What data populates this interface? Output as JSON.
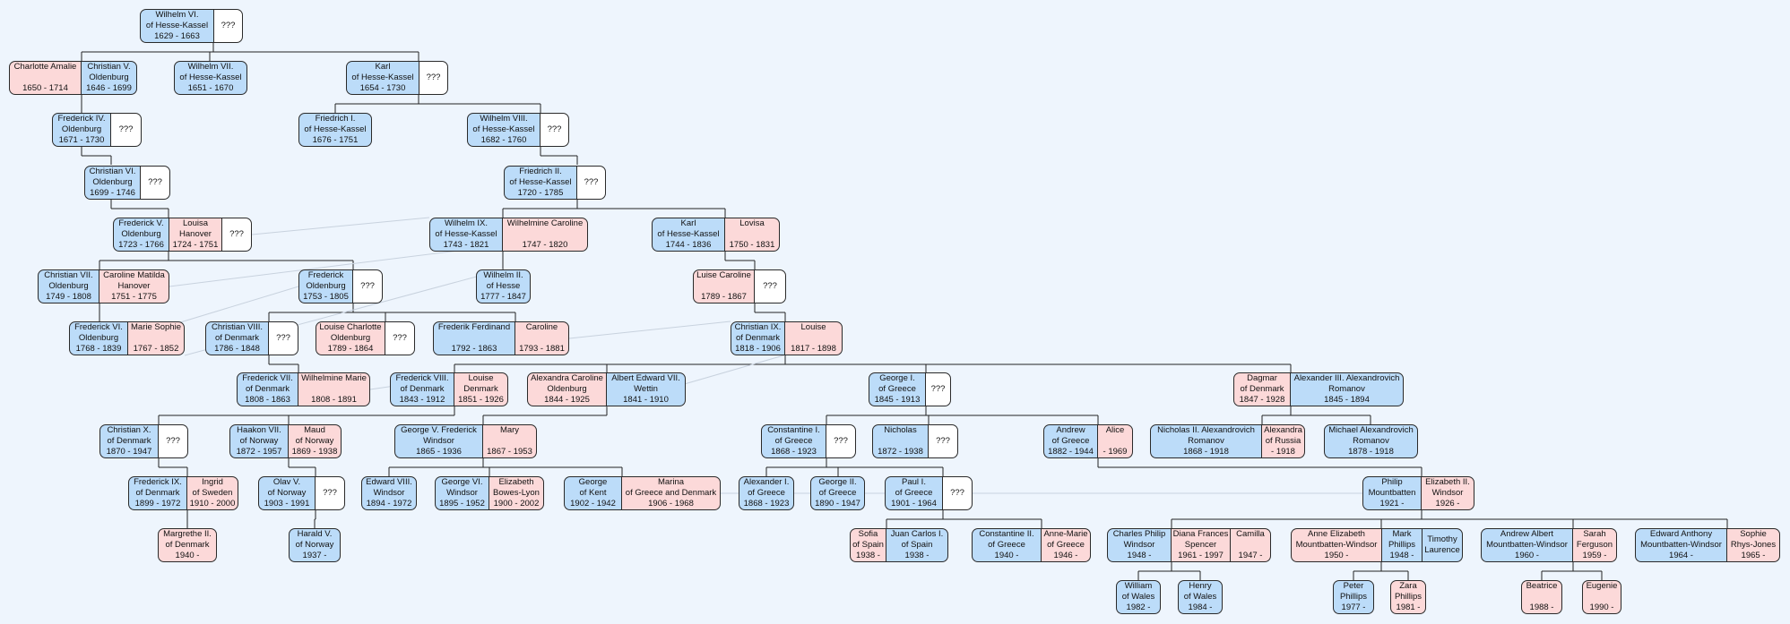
{
  "colors": {
    "background": "#eef5fd",
    "male": "#bcdcf9",
    "female": "#fcd9d9",
    "unknown": "#ffffff",
    "line": "#222222"
  },
  "people": {
    "wilhelm6": "Wilhelm VI.\nof Hesse-Kassel\n1629 - 1663",
    "unk_w6": "???",
    "charlotte_amalie": "Charlotte Amalie\n\n1650 - 1714",
    "christian5": "Christian V.\nOldenburg\n1646 - 1699",
    "wilhelm7": "Wilhelm VII.\nof Hesse-Kassel\n1651 - 1670",
    "karl_hk": "Karl\nof Hesse-Kassel\n1654 - 1730",
    "unk_karl": "???",
    "frederick4": "Frederick IV.\nOldenburg\n1671 - 1730",
    "unk_f4": "???",
    "friedrich1": "Friedrich I.\nof Hesse-Kassel\n1676 - 1751",
    "wilhelm8": "Wilhelm VIII.\nof Hesse-Kassel\n1682 - 1760",
    "unk_w8": "???",
    "christian6": "Christian VI.\nOldenburg\n1699 - 1746",
    "unk_c6": "???",
    "friedrich2": "Friedrich II.\nof Hesse-Kassel\n1720 - 1785",
    "unk_fr2": "???",
    "frederick5": "Frederick V.\nOldenburg\n1723 - 1766",
    "louisa_hanover": "Louisa\nHanover\n1724 - 1751",
    "unk_f5": "???",
    "wilhelm9": "Wilhelm IX.\nof Hesse-Kassel\n1743 - 1821",
    "wilhelmine_caroline": "Wilhelmine Caroline\n\n1747 - 1820",
    "karl_1744": "Karl\nof Hesse-Kassel\n1744 - 1836",
    "lovisa": "Lovisa\n\n1750 - 1831",
    "christian7": "Christian VII.\nOldenburg\n1749 - 1808",
    "caroline_matilda": "Caroline Matilda\nHanover\n1751 - 1775",
    "frederick_1753": "Frederick\nOldenburg\n1753 - 1805",
    "unk_fred1753": "???",
    "wilhelm2_hesse": "Wilhelm II.\nof Hesse\n1777 - 1847",
    "luise_caroline": "Luise Caroline\n\n1789 - 1867",
    "unk_luise": "???",
    "frederick6": "Frederick VI.\nOldenburg\n1768 - 1839",
    "marie_sophie": "Marie Sophie\n\n1767 - 1852",
    "christian8": "Christian VIII.\nof Denmark\n1786 - 1848",
    "unk_c8": "???",
    "louise_charlotte": "Louise Charlotte\nOldenburg\n1789 - 1864",
    "unk_lc": "???",
    "frederik_ferdinand": "Frederik Ferdinand\n\n1792 - 1863",
    "caroline_1793": "Caroline\n\n1793 - 1881",
    "christian9": "Christian IX.\nof Denmark\n1818 - 1906",
    "louise_1817": "Louise\n\n1817 - 1898",
    "frederick7": "Frederick VII.\nof Denmark\n1808 - 1863",
    "wilhelmine_marie": "Wilhelmine Marie\n\n1808 - 1891",
    "frederick8": "Frederick VIII.\nof Denmark\n1843 - 1912",
    "louise_denmark": "Louise\nDenmark\n1851 - 1926",
    "alexandra_caroline": "Alexandra Caroline\nOldenburg\n1844 - 1925",
    "albert_edward7": "Albert Edward VII.\nWettin\n1841 - 1910",
    "george1_greece": "George I.\nof Greece\n1845 - 1913",
    "unk_g1": "???",
    "dagmar": "Dagmar\nof Denmark\n1847 - 1928",
    "alexander3": "Alexander III. Alexandrovich\nRomanov\n1845 - 1894",
    "christian10": "Christian X.\nof Denmark\n1870 - 1947",
    "unk_c10": "???",
    "haakon7": "Haakon VII.\nof Norway\n1872 - 1957",
    "maud": "Maud\nof Norway\n1869 - 1938",
    "george5": "George V. Frederick\nWindsor\n1865 - 1936",
    "mary": "Mary\n\n1867 - 1953",
    "constantine1": "Constantine I.\nof Greece\n1868 - 1923",
    "unk_con1": "???",
    "nicholas_greece": "Nicholas\n\n1872 - 1938",
    "unk_nich": "???",
    "andrew_greece": "Andrew\nof Greece\n1882 - 1944",
    "alice": "Alice\n\n- 1969",
    "nicholas2": "Nicholas II. Alexandrovich\nRomanov\n1868 - 1918",
    "alexandra_russia": "Alexandra\nof Russia\n- 1918",
    "michael_alex": "Michael Alexandrovich\nRomanov\n1878 - 1918",
    "frederick9": "Frederick IX.\nof Denmark\n1899 - 1972",
    "ingrid": "Ingrid\nof Sweden\n1910 - 2000",
    "olav5": "Olav V.\nof Norway\n1903 - 1991",
    "unk_olav": "???",
    "edward8": "Edward VIII.\nWindsor\n1894 - 1972",
    "george6": "George VI.\nWindsor\n1895 - 1952",
    "elizabeth_bl": "Elizabeth\nBowes-Lyon\n1900 - 2002",
    "george_kent": "George\nof Kent\n1902 - 1942",
    "marina": "Marina\nof Greece and Denmark\n1906 - 1968",
    "alexander1_greece": "Alexander I.\nof Greece\n1868 - 1923",
    "george2_greece": "George II.\nof Greece\n1890 - 1947",
    "paul1": "Paul I.\nof Greece\n1901 - 1964",
    "unk_paul": "???",
    "philip": "Philip\nMountbatten\n1921 -",
    "elizabeth2": "Elizabeth II.\nWindsor\n1926 -",
    "margrethe2": "Margrethe II.\nof Denmark\n1940 -",
    "harald5": "Harald V.\nof Norway\n1937 -",
    "sofia": "Sofia\nof Spain\n1938 -",
    "juan_carlos": "Juan Carlos I.\nof Spain\n1938 -",
    "constantine2": "Constantine II.\nof Greece\n1940 -",
    "anne_marie": "Anne-Marie\nof Greece\n1946 -",
    "charles": "Charles Philip\nWindsor\n1948 -",
    "diana": "Diana Frances\nSpencer\n1961 - 1997",
    "camilla": "Camilla\n\n1947 -",
    "anne": "Anne Elizabeth\nMountbatten-Windsor\n1950 -",
    "mark_phillips": "Mark\nPhillips\n1948 -",
    "timothy": "Timothy\nLaurence\n",
    "andrew": "Andrew Albert\nMountbatten-Windsor\n1960 -",
    "sarah": "Sarah\nFerguson\n1959 -",
    "edward": "Edward Anthony\nMountbatten-Windsor\n1964 -",
    "sophie": "Sophie\nRhys-Jones\n1965 -",
    "william": "William\nof Wales\n1982 -",
    "henry": "Henry\nof Wales\n1984 -",
    "peter": "Peter\nPhillips\n1977 -",
    "zara": "Zara\nPhillips\n1981 -",
    "beatrice": "Beatrice\n\n1988 -",
    "eugenie": "Eugenie\n\n1990 -"
  }
}
